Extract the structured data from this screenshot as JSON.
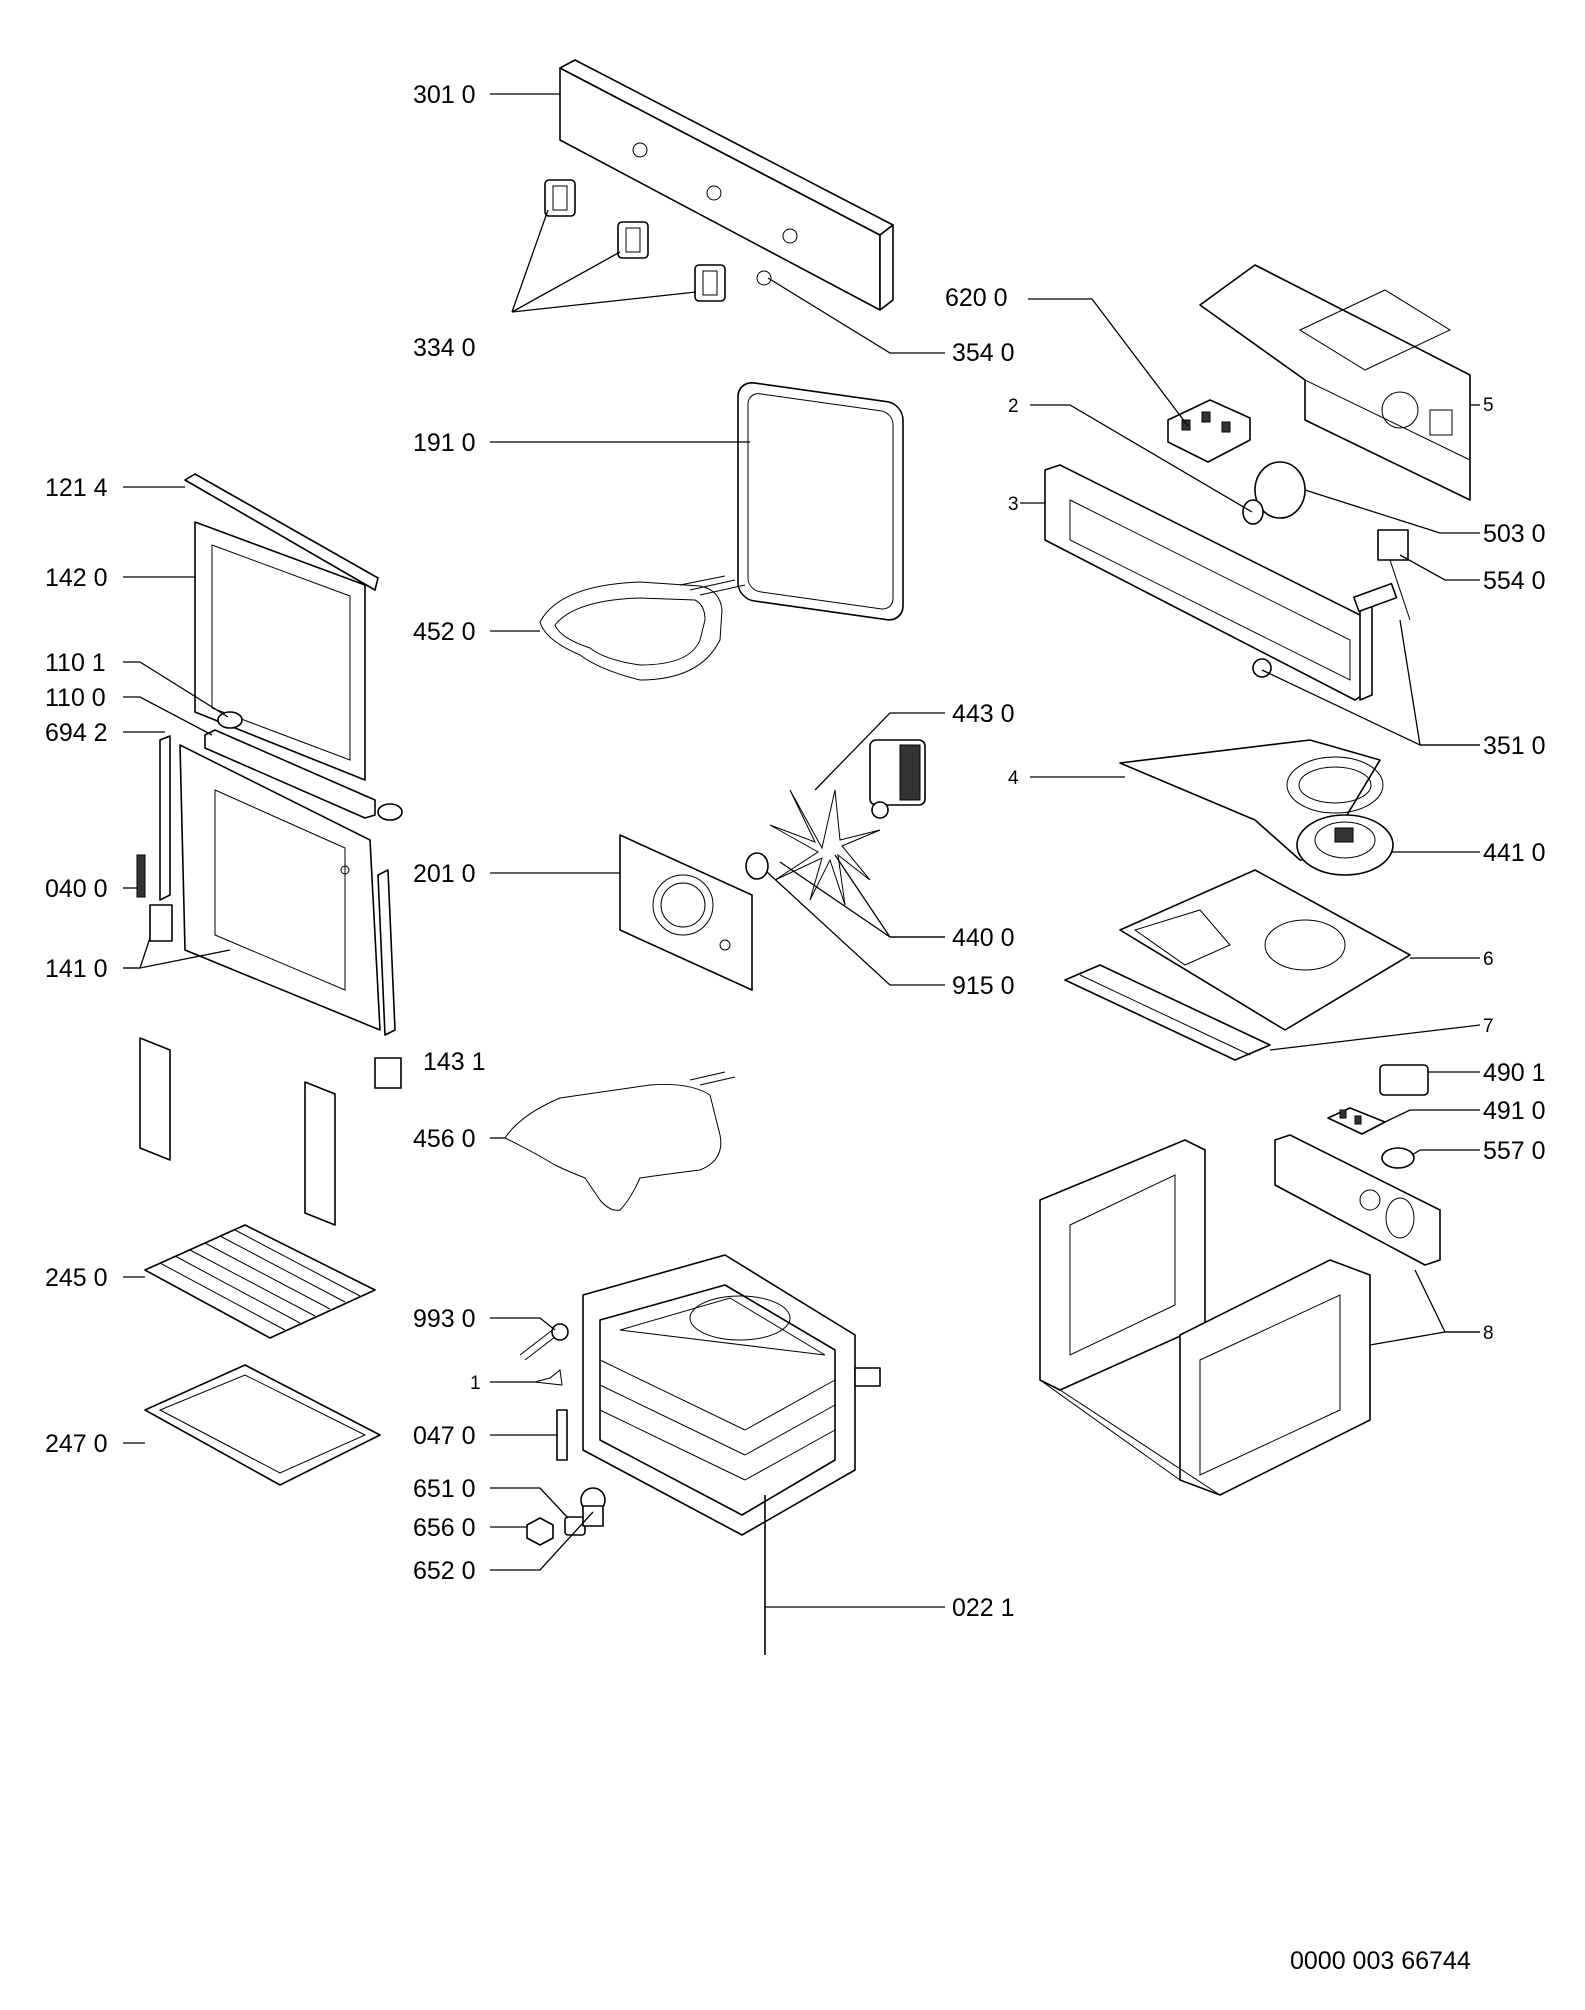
{
  "diagram": {
    "labels": [
      {
        "id": "p301",
        "text": "301 0"
      },
      {
        "id": "p334",
        "text": "334 0"
      },
      {
        "id": "p354",
        "text": "354 0"
      },
      {
        "id": "p620",
        "text": "620 0"
      },
      {
        "id": "p2",
        "text": "2"
      },
      {
        "id": "p5",
        "text": "5"
      },
      {
        "id": "p3",
        "text": "3"
      },
      {
        "id": "p503",
        "text": "503 0"
      },
      {
        "id": "p554",
        "text": "554 0"
      },
      {
        "id": "p351",
        "text": "351 0"
      },
      {
        "id": "p191",
        "text": "191 0"
      },
      {
        "id": "p121",
        "text": "121 4"
      },
      {
        "id": "p142",
        "text": "142 0"
      },
      {
        "id": "p452",
        "text": "452 0"
      },
      {
        "id": "p1101",
        "text": "110 1"
      },
      {
        "id": "p1100",
        "text": "110 0"
      },
      {
        "id": "p694",
        "text": "694 2"
      },
      {
        "id": "p443",
        "text": "443 0"
      },
      {
        "id": "p4",
        "text": "4"
      },
      {
        "id": "p441",
        "text": "441 0"
      },
      {
        "id": "p040",
        "text": "040 0"
      },
      {
        "id": "p201",
        "text": "201 0"
      },
      {
        "id": "p440",
        "text": "440 0"
      },
      {
        "id": "p141",
        "text": "141 0"
      },
      {
        "id": "p915",
        "text": "915 0"
      },
      {
        "id": "p6",
        "text": "6"
      },
      {
        "id": "p7",
        "text": "7"
      },
      {
        "id": "p143",
        "text": "143 1"
      },
      {
        "id": "p490",
        "text": "490 1"
      },
      {
        "id": "p491",
        "text": "491 0"
      },
      {
        "id": "p456",
        "text": "456 0"
      },
      {
        "id": "p557",
        "text": "557 0"
      },
      {
        "id": "p245",
        "text": "245 0"
      },
      {
        "id": "p993",
        "text": "993 0"
      },
      {
        "id": "p1",
        "text": "1"
      },
      {
        "id": "p8",
        "text": "8"
      },
      {
        "id": "p247",
        "text": "247 0"
      },
      {
        "id": "p047",
        "text": "047 0"
      },
      {
        "id": "p651",
        "text": "651 0"
      },
      {
        "id": "p656",
        "text": "656 0"
      },
      {
        "id": "p652",
        "text": "652 0"
      },
      {
        "id": "p022",
        "text": "022 1"
      }
    ],
    "footer_code": "0000 003 66744"
  }
}
